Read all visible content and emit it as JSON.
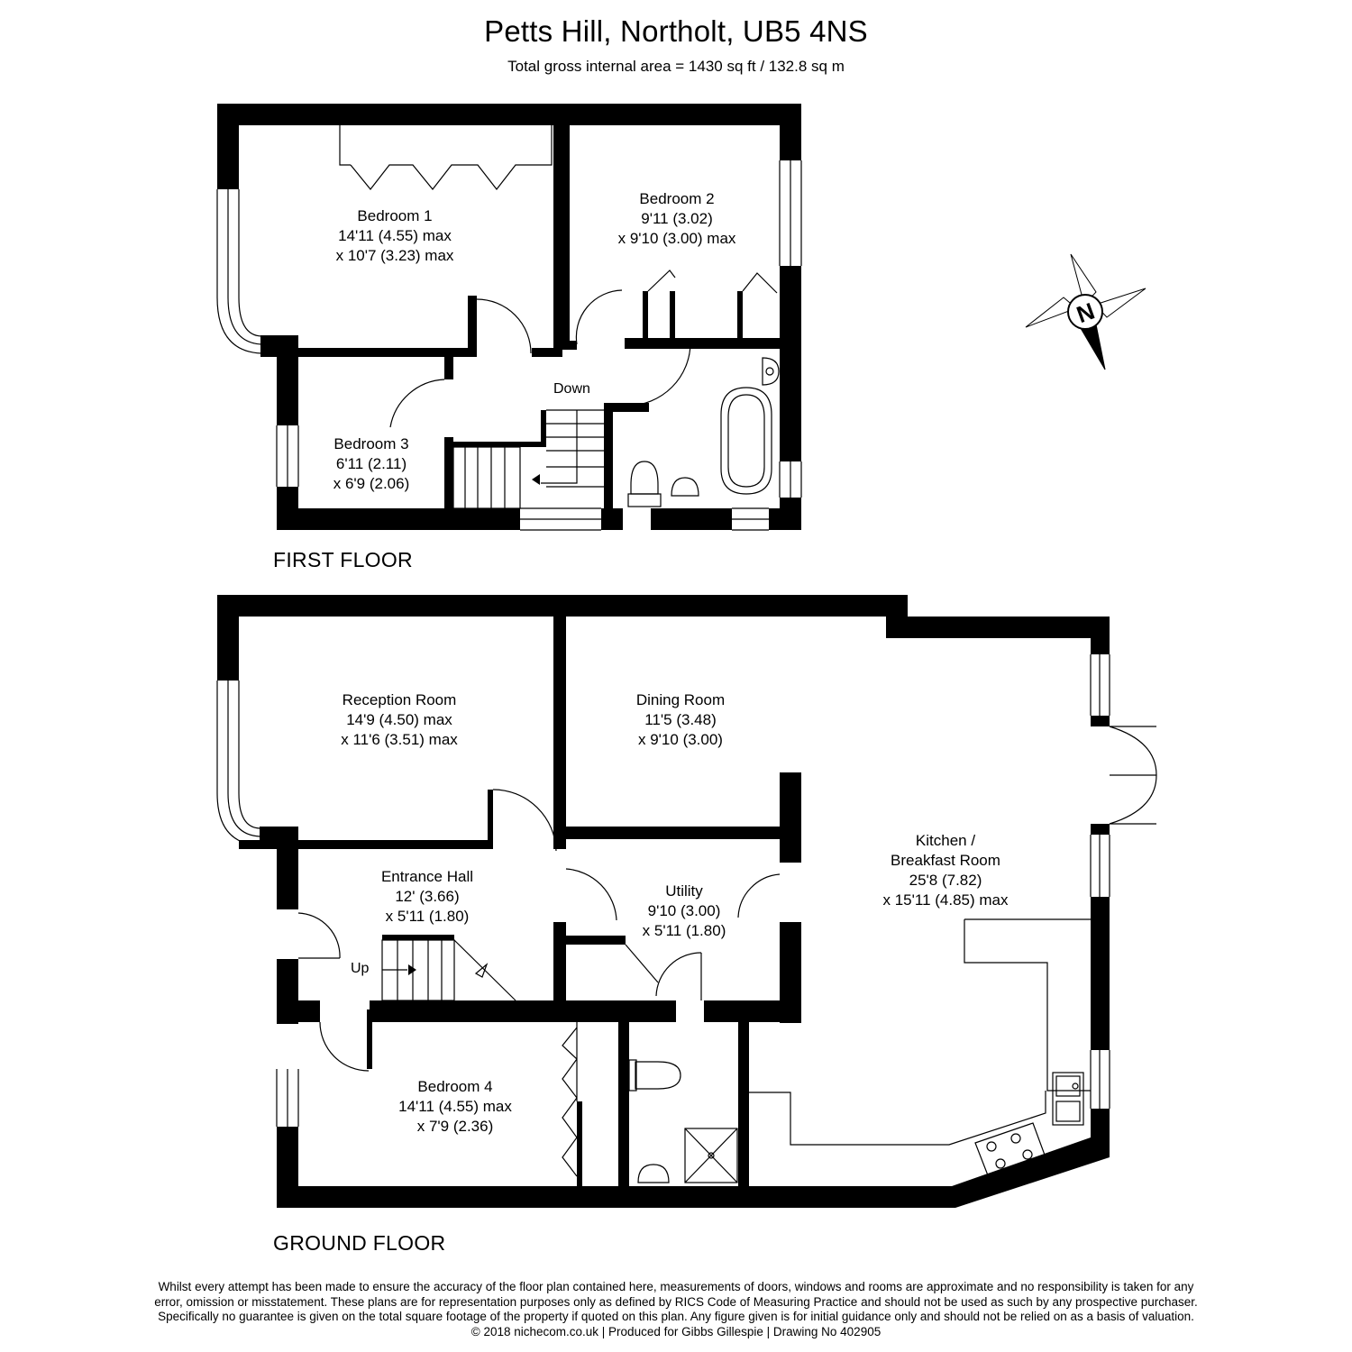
{
  "title": "Petts Hill, Northolt, UB5 4NS",
  "subtitle": "Total gross internal area =  1430 sq ft / 132.8 sq m",
  "compass": {
    "label": "N"
  },
  "floors": {
    "first": "FIRST FLOOR",
    "ground": "GROUND FLOOR"
  },
  "rooms": {
    "bedroom1": {
      "name": "Bedroom 1",
      "dim1": "14'11 (4.55) max",
      "dim2": "x 10'7 (3.23) max"
    },
    "bedroom2": {
      "name": "Bedroom 2",
      "dim1": "9'11 (3.02)",
      "dim2": "x 9'10 (3.00) max"
    },
    "bedroom3": {
      "name": "Bedroom 3",
      "dim1": "6'11 (2.11)",
      "dim2": "x 6'9 (2.06)"
    },
    "reception": {
      "name": "Reception Room",
      "dim1": "14'9 (4.50) max",
      "dim2": "x 11'6 (3.51) max"
    },
    "dining": {
      "name": "Dining Room",
      "dim1": "11'5 (3.48)",
      "dim2": "x 9'10 (3.00)"
    },
    "kitchen": {
      "name": "Kitchen /",
      "name2": "Breakfast Room",
      "dim1": "25'8 (7.82)",
      "dim2": "x 15'11 (4.85) max"
    },
    "entrance": {
      "name": "Entrance Hall",
      "dim1": "12' (3.66)",
      "dim2": "x 5'11 (1.80)"
    },
    "utility": {
      "name": "Utility",
      "dim1": "9'10 (3.00)",
      "dim2": "x 5'11 (1.80)"
    },
    "bedroom4": {
      "name": "Bedroom 4",
      "dim1": "14'11 (4.55) max",
      "dim2": "x 7'9 (2.36)"
    }
  },
  "stairs": {
    "down": "Down",
    "up": "Up"
  },
  "disclaimer": [
    "Whilst every attempt has been made to ensure the accuracy of the floor plan contained here, measurements of doors, windows and rooms are approximate and no responsibility is taken for any",
    "error, omission or misstatement. These plans are for representation purposes only as defined by RICS Code of Measuring Practice and should not be used as such by any prospective purchaser.",
    "Specifically no guarantee is given on the total square footage of the property if quoted on this plan. Any figure given is for initial guidance only and should not be relied on as a basis of valuation.",
    "© 2018 nichecom.co.uk  |  Produced for Gibbs Gillespie  |  Drawing No 402905"
  ]
}
